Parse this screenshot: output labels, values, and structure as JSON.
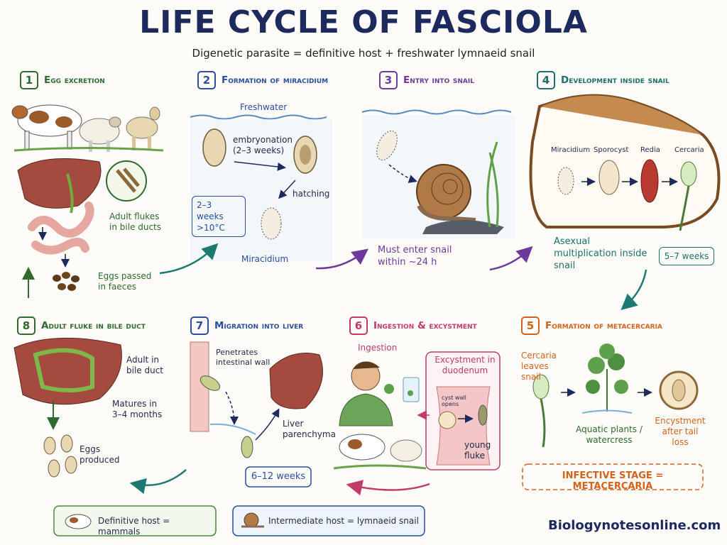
{
  "title": "LIFE CYCLE OF FASCIOLA",
  "subtitle": "Digenetic parasite = definitive host + freshwater lymnaeid snail",
  "steps": [
    {
      "num": "1",
      "title": "Egg excretion",
      "labels": {
        "flukes": "Adult flukes in bile ducts",
        "eggs": "Eggs passed in faeces"
      }
    },
    {
      "num": "2",
      "title": "Formation of miracidium",
      "labels": {
        "water": "Freshwater",
        "embryo": "embryonation (2–3 weeks)",
        "hatch": "hatching",
        "cond": "2–3 weeks >10°C",
        "mira": "Miracidium"
      }
    },
    {
      "num": "3",
      "title": "Entry into snail",
      "labels": {
        "must": "Must enter snail within ~24 h"
      }
    },
    {
      "num": "4",
      "title": "Development inside snail",
      "labels": {
        "stages": [
          "Miracidium",
          "Sporocyst",
          "Redia",
          "Cercaria"
        ],
        "asexual": "Asexual multiplication inside snail",
        "weeks": "5–7 weeks"
      }
    },
    {
      "num": "5",
      "title": "Formation of metacercaria",
      "labels": {
        "leaves": "Cercaria leaves snail",
        "plants": "Aquatic plants / watercress",
        "encyst": "Encystment after tail loss",
        "infective": "INFECTIVE STAGE = METACERCARIA"
      }
    },
    {
      "num": "6",
      "title": "Ingestion & excystment",
      "labels": {
        "ingestion": "Ingestion",
        "excyst": "Excystment in duodenum",
        "cyst": "cyst wall opens",
        "young": "young fluke"
      }
    },
    {
      "num": "7",
      "title": "Migration into liver",
      "labels": {
        "penetrates": "Penetrates intestinal wall",
        "parenchyma": "Liver parenchyma",
        "weeks": "6–12 weeks"
      }
    },
    {
      "num": "8",
      "title": "Adult fluke in bile duct",
      "labels": {
        "adult": "Adult in bile duct",
        "matures": "Matures in 3–4 months",
        "eggs": "Eggs produced"
      }
    }
  ],
  "legend": {
    "definitive": "Definitive host = mammals",
    "intermediate": "Intermediate host = lymnaeid snail"
  },
  "watermark": "Biologynotesonline.com"
}
